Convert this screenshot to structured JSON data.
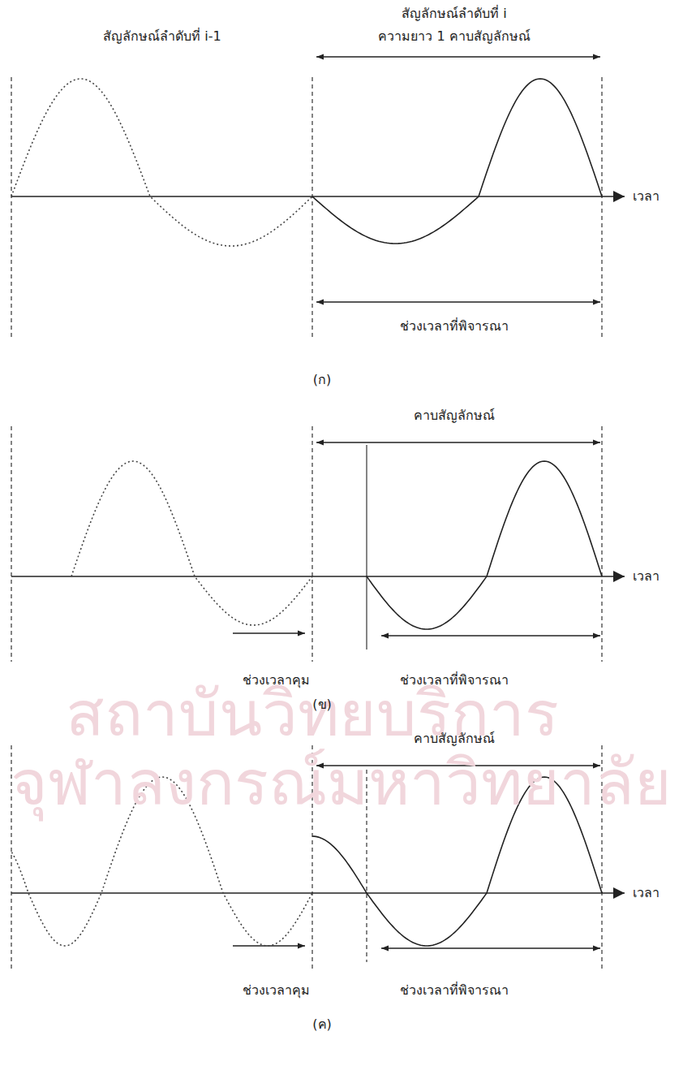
{
  "diagram": {
    "labels": [
      "สัญลักษณ์ลำดับที่ i-1",
      "สัญลักษณ์ลำดับที่ i",
      "ความยาว 1 คาบสัญลักษณ์",
      "เวลา",
      "ช่วงเวลาที่พิจารณา",
      "(ก)",
      "คาบสัญลักษณ์",
      "เวลา",
      "ช่วงเวลาคุม",
      "ช่วงเวลาที่พิจารณา",
      "(ข)",
      "คาบสัญลักษณ์",
      "เวลา",
      "ช่วงเวลาคุม",
      "ช่วงเวลาที่พิจารณา",
      "(ค)",
      "สถาบันวิทยบริการ",
      "จุฬาลงกรณ์มหาวิทยาลัย"
    ]
  }
}
